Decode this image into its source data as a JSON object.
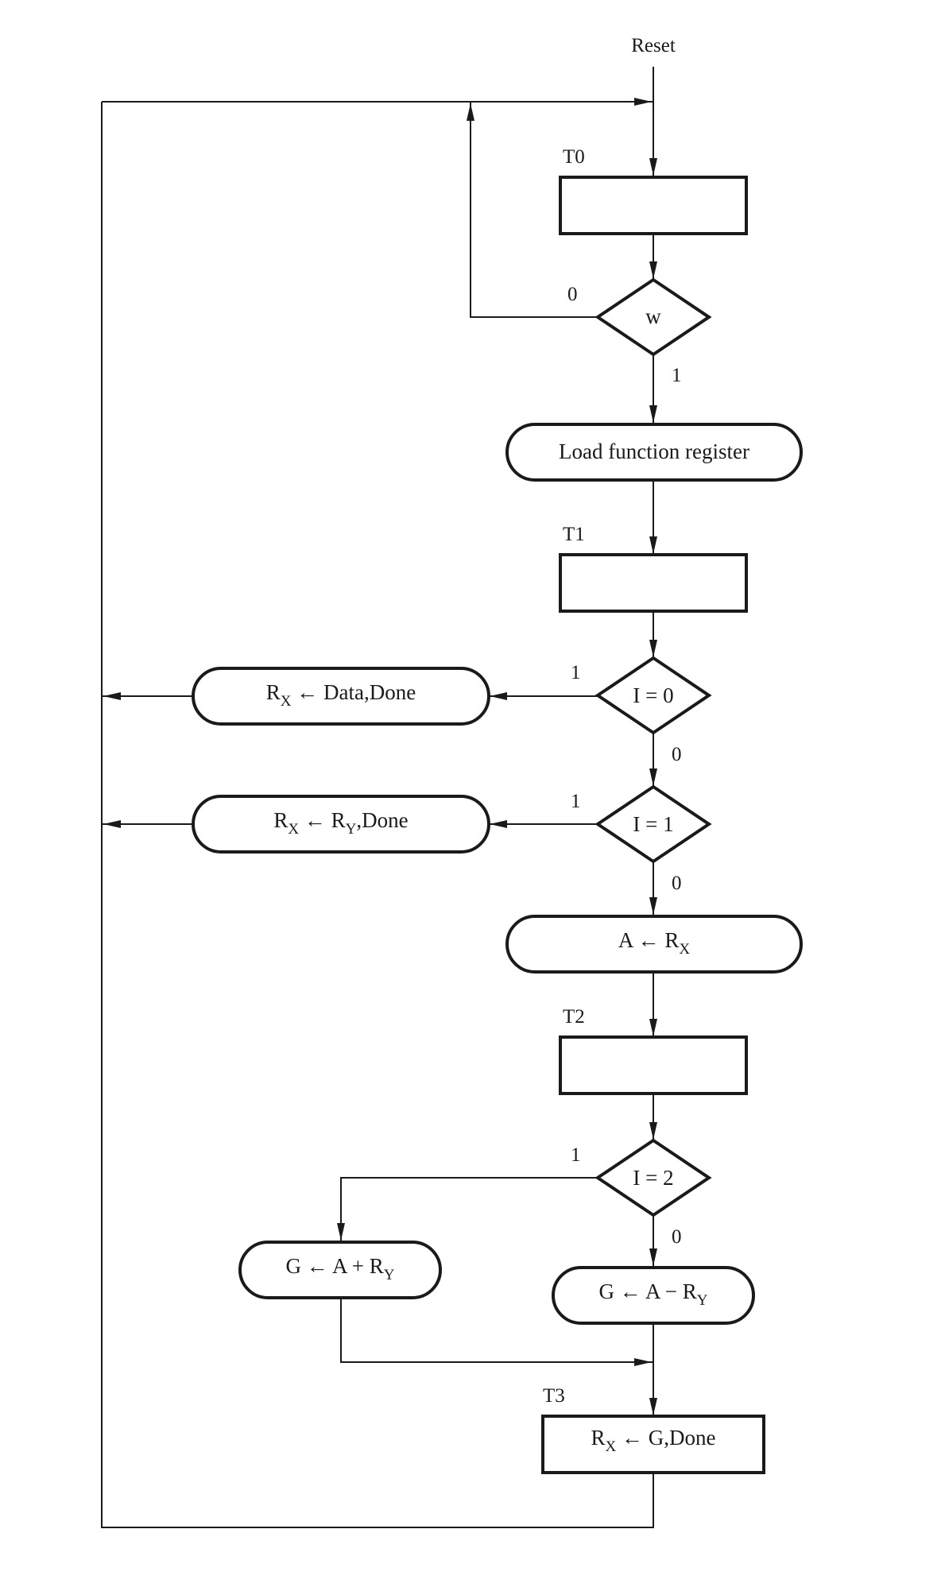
{
  "labels": {
    "reset": "Reset",
    "t0": "T0",
    "t1": "T1",
    "t2": "T2",
    "t3": "T3"
  },
  "branches": {
    "w_zero": "0",
    "w_one": "1",
    "i0_one": "1",
    "i0_zero": "0",
    "i1_one": "1",
    "i1_zero": "0",
    "i2_one": "1",
    "i2_zero": "0"
  },
  "decisions": {
    "w": "w",
    "i0": "I = 0",
    "i1": "I = 1",
    "i2": "I = 2"
  },
  "actions": {
    "load": "Load function register",
    "rx_data": {
      "r": "R",
      "sub_x": "X",
      "rest": " ← Data,Done"
    },
    "rx_ry": {
      "r": "R",
      "sub_x": "X",
      "mid": " ← R",
      "sub_y": "Y",
      "rest": ",Done"
    },
    "a_rx": {
      "pre": "A ← R",
      "sub_x": "X"
    },
    "g_add": {
      "pre": "G ← A + R",
      "sub_y": "Y"
    },
    "g_sub": {
      "pre": "G ← A − R",
      "sub_y": "Y"
    },
    "rx_g": {
      "r": "R",
      "sub_x": "X",
      "rest": " ← G,Done"
    }
  }
}
